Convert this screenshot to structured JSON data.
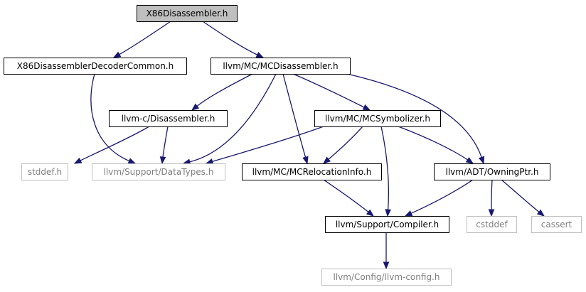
{
  "colors": {
    "edge": "#191970",
    "root_fill": "#bfbfbf",
    "normal_stroke": "#000000",
    "external_stroke": "#bfbfbf",
    "normal_text": "#000000",
    "external_text": "#7f7f7f",
    "node_fill": "#ffffff"
  },
  "nodes": [
    {
      "id": "x86dis",
      "label": "X86Disassembler.h",
      "kind": "root"
    },
    {
      "id": "decoder",
      "label": "X86DisassemblerDecoderCommon.h",
      "kind": "normal"
    },
    {
      "id": "mcdis",
      "label": "llvm/MC/MCDisassembler.h",
      "kind": "normal"
    },
    {
      "id": "llvmc",
      "label": "llvm-c/Disassembler.h",
      "kind": "normal"
    },
    {
      "id": "mcsym",
      "label": "llvm/MC/MCSymbolizer.h",
      "kind": "normal"
    },
    {
      "id": "stddef",
      "label": "stddef.h",
      "kind": "external"
    },
    {
      "id": "datatypes",
      "label": "llvm/Support/DataTypes.h",
      "kind": "external"
    },
    {
      "id": "mcreloc",
      "label": "llvm/MC/MCRelocationInfo.h",
      "kind": "normal"
    },
    {
      "id": "owningptr",
      "label": "llvm/ADT/OwningPtr.h",
      "kind": "normal"
    },
    {
      "id": "compiler",
      "label": "llvm/Support/Compiler.h",
      "kind": "normal"
    },
    {
      "id": "cstddef",
      "label": "cstddef",
      "kind": "external"
    },
    {
      "id": "cassert",
      "label": "cassert",
      "kind": "external"
    },
    {
      "id": "config",
      "label": "llvm/Config/llvm-config.h",
      "kind": "external"
    }
  ],
  "edges": [
    {
      "from": "x86dis",
      "to": "decoder"
    },
    {
      "from": "x86dis",
      "to": "mcdis"
    },
    {
      "from": "decoder",
      "to": "datatypes"
    },
    {
      "from": "mcdis",
      "to": "llvmc"
    },
    {
      "from": "mcdis",
      "to": "datatypes"
    },
    {
      "from": "mcdis",
      "to": "mcreloc"
    },
    {
      "from": "mcdis",
      "to": "mcsym"
    },
    {
      "from": "mcdis",
      "to": "owningptr"
    },
    {
      "from": "llvmc",
      "to": "stddef"
    },
    {
      "from": "llvmc",
      "to": "datatypes"
    },
    {
      "from": "mcsym",
      "to": "datatypes"
    },
    {
      "from": "mcsym",
      "to": "mcreloc"
    },
    {
      "from": "mcsym",
      "to": "compiler"
    },
    {
      "from": "mcsym",
      "to": "owningptr"
    },
    {
      "from": "mcreloc",
      "to": "compiler"
    },
    {
      "from": "owningptr",
      "to": "compiler"
    },
    {
      "from": "owningptr",
      "to": "cstddef"
    },
    {
      "from": "owningptr",
      "to": "cassert"
    },
    {
      "from": "compiler",
      "to": "config"
    }
  ]
}
